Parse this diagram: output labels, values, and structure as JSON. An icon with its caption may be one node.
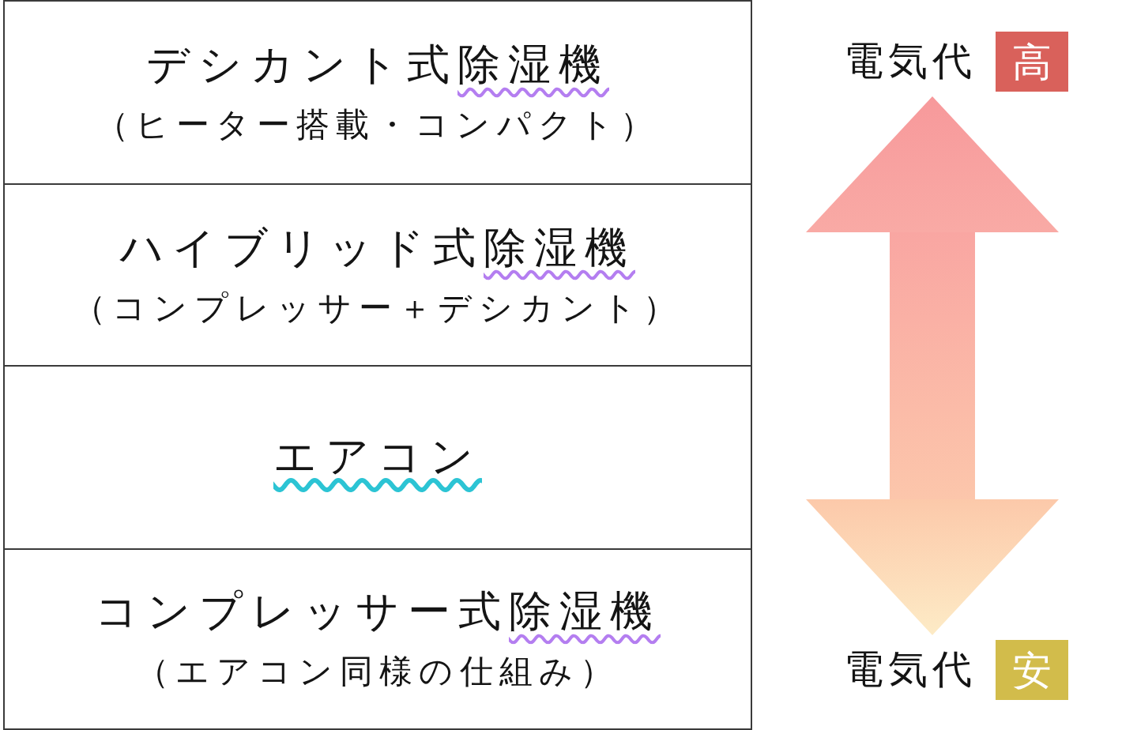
{
  "diagram": {
    "nodes": [
      {
        "text": [
          "デシカント式除湿機",
          "（ヒーター搭載・コンパクト）"
        ]
      },
      {
        "text": [
          "ハイブリッド式除湿機",
          "（コンプレッサー＋デシカント）"
        ]
      },
      {
        "text": [
          "エアコン"
        ]
      },
      {
        "text": [
          "コンプレッサー式除湿機",
          "（エアコン同様の仕組み）"
        ]
      },
      {
        "text": [
          "高"
        ],
        "beside": [
          "電気代"
        ]
      },
      {
        "text": [
          "安"
        ],
        "beside": [
          "電気代"
        ]
      }
    ],
    "edges": [
      {
        "from": 4,
        "to": 5,
        "arrow": "both"
      }
    ]
  }
}
